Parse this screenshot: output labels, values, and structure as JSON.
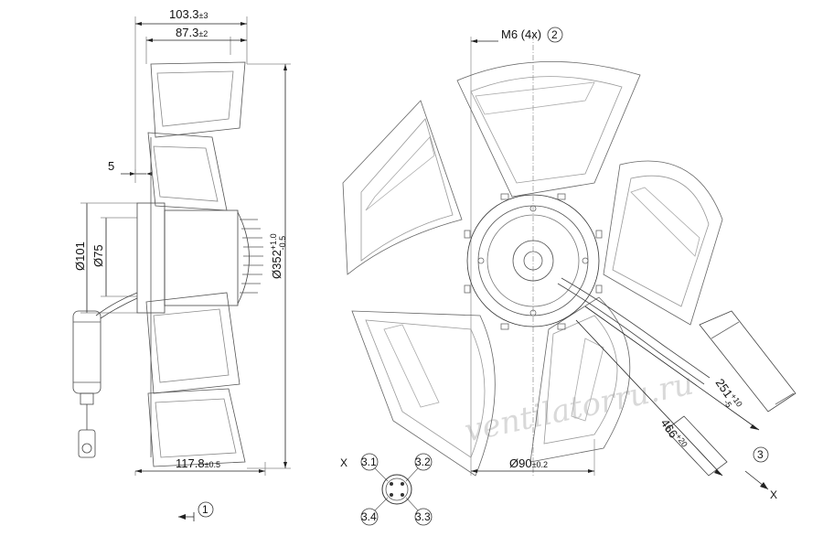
{
  "dimensions": {
    "width_outer": {
      "value": "103.3",
      "tol": "±3"
    },
    "width_inner": {
      "value": "87.3",
      "tol": "±2"
    },
    "offset_5": {
      "value": "5"
    },
    "dia_101": {
      "value": "Ø101"
    },
    "dia_75": {
      "value": "Ø75"
    },
    "dia_352": {
      "value": "Ø352",
      "tol_up": "+1.0",
      "tol_down": "-0.5"
    },
    "length_117": {
      "value": "117.8",
      "tol": "±0.5"
    },
    "thread": {
      "value": "M6 (4x)"
    },
    "hub_dia": {
      "value": "Ø90",
      "tol": "±0.2"
    },
    "cable_251": {
      "value": "251",
      "tol_up": "+10",
      "tol_down": "-5"
    },
    "cable_466": {
      "value": "466",
      "tol_up": "+20"
    }
  },
  "callouts": {
    "c1": "1",
    "c2": "2",
    "c3": "3",
    "x_label": "X",
    "x_arrow": "X"
  },
  "connector": {
    "p31": "3.1",
    "p32": "3.2",
    "p33": "3.3",
    "p34": "3.4"
  },
  "watermark": "ventilatorru.ru"
}
